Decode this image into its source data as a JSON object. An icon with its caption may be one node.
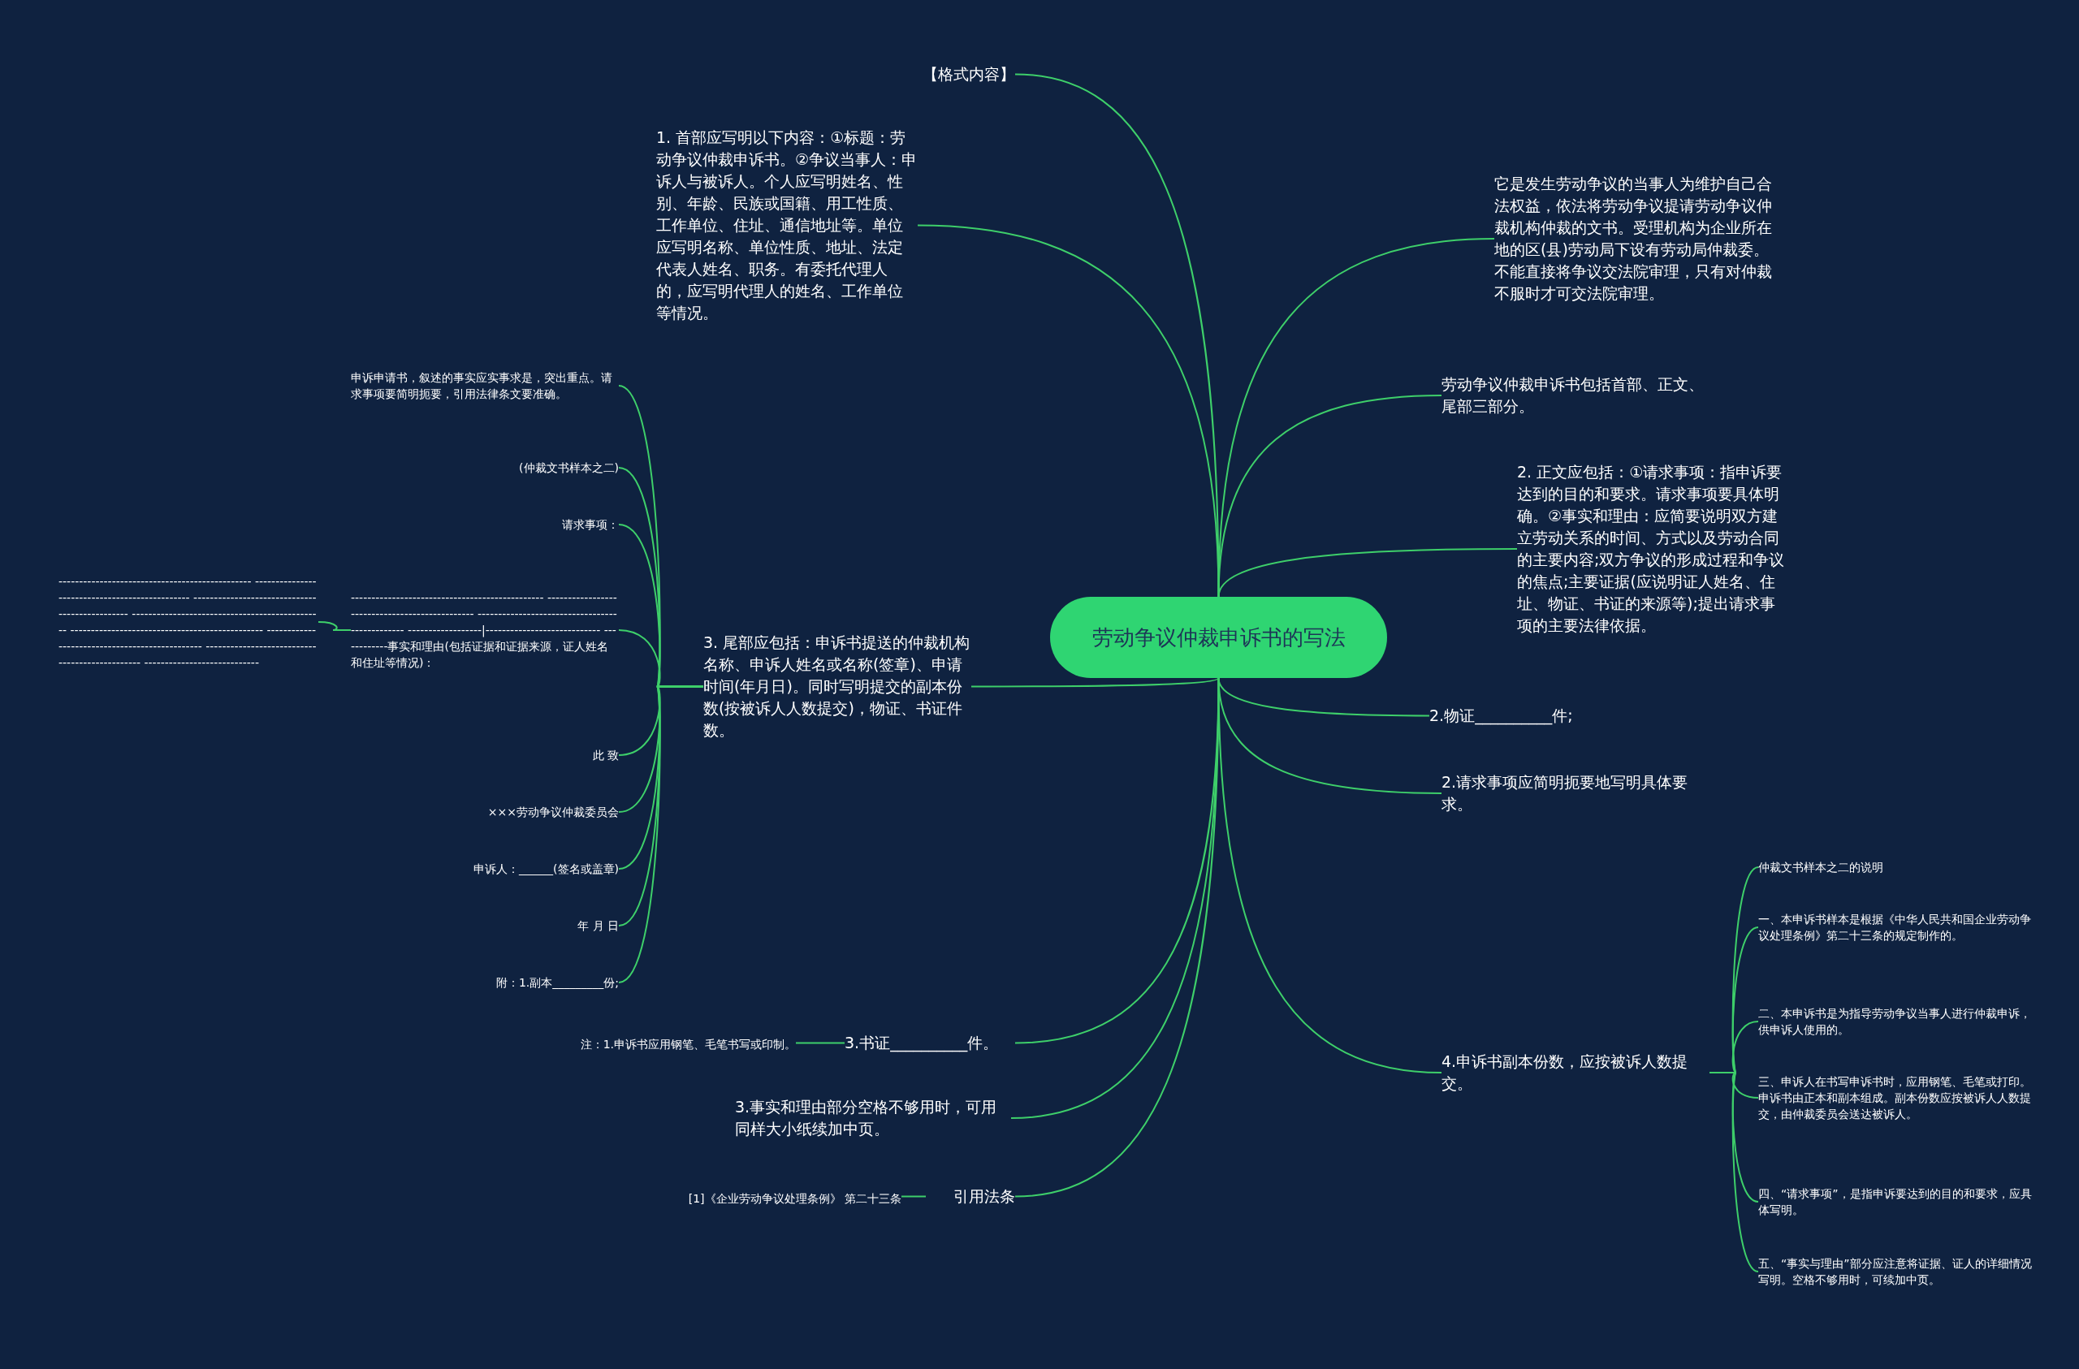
{
  "diagram": {
    "nodes": [
      {
        "text": [
          "劳动争议仲裁申诉书的写法"
        ]
      },
      {
        "text": [
          "【格式内容】"
        ]
      },
      {
        "text": [
          "1. 首部应写明以下内容：①标题：劳动争议仲裁申诉书。②争议当事人：申诉人与被诉人。个人应写明姓名、性别、年龄、民族或国籍、用工性质、工作单位、住址、通信地址等。单位应写明名称、单位性质、地址、法定代表人姓名、职务。有委托代理人的，应写明代理人的姓名、工作单位等情况。"
        ]
      },
      {
        "text": [
          "3. 尾部应包括：申诉书提送的仲裁机构名称、申诉人姓名或名称(签章)、申请时间(年月日)。同时写明提交的副本份数(按被诉人人数提交)，物证、书证件数。"
        ]
      },
      {
        "text": [
          "申诉申请书，叙述的事实应实事求是，突出重点。请求事项要简明扼要，引用法律条文要准确。"
        ]
      },
      {
        "text": [
          "(仲裁文书样本之二)"
        ]
      },
      {
        "text": [
          "请求事项："
        ]
      },
      {
        "text": [
          "----------------------------------------------- ----------------------------------------------- ----------------------------------------------- ------------------|---------------------------- ------------事实和理由(包括证据和证据来源，证人姓名和住址等情况)："
        ]
      },
      {
        "text": [
          "----------------------------------------------- ----------------------------------------------- ----------------------------------------------- ----------------------------------------------- ----------------------------------------------- ----------------------------------------------- ----------------------------------------------- ----------------------------"
        ]
      },
      {
        "text": [
          "此 致"
        ]
      },
      {
        "text": [
          "×××劳动争议仲裁委员会"
        ]
      },
      {
        "text": [
          "申诉人：______(签名或盖章)"
        ]
      },
      {
        "text": [
          "年 月 日"
        ]
      },
      {
        "text": [
          "附：1.副本_________份;"
        ]
      },
      {
        "text": [
          "3.书证__________件。"
        ]
      },
      {
        "text": [
          "注：1.申诉书应用钢笔、毛笔书写或印制。"
        ]
      },
      {
        "text": [
          "3.事实和理由部分空格不够用时，可用同样大小纸续加中页。"
        ]
      },
      {
        "text": [
          "引用法条"
        ]
      },
      {
        "text": [
          "[1]《企业劳动争议处理条例》 第二十三条"
        ]
      },
      {
        "text": [
          "它是发生劳动争议的当事人为维护自己合法权益，依法将劳动争议提请劳动争议仲裁机构仲裁的文书。受理机构为企业所在地的区(县)劳动局下设有劳动局仲裁委。不能直接将争议交法院审理，只有对仲裁不服时才可交法院审理。"
        ]
      },
      {
        "text": [
          "劳动争议仲裁申诉书包括首部、正文、尾部三部分。"
        ]
      },
      {
        "text": [
          "2. 正文应包括：①请求事项：指申诉要达到的目的和要求。请求事项要具体明确。②事实和理由：应简要说明双方建立劳动关系的时间、方式以及劳动合同的主要内容;双方争议的形成过程和争议的焦点;主要证据(应说明证人姓名、住址、物证、书证的来源等);提出请求事项的主要法律依据。"
        ]
      },
      {
        "text": [
          "2.物证__________件;"
        ]
      },
      {
        "text": [
          "2.请求事项应简明扼要地写明具体要求。"
        ]
      },
      {
        "text": [
          "4.申诉书副本份数，应按被诉人数提交。"
        ]
      },
      {
        "text": [
          "仲裁文书样本之二的说明"
        ]
      },
      {
        "text": [
          "一、本申诉书样本是根据《中华人民共和国企业劳动争议处理条例》第二十三条的规定制作的。"
        ]
      },
      {
        "text": [
          "二、本申诉书是为指导劳动争议当事人进行仲裁申诉，供申诉人使用的。"
        ]
      },
      {
        "text": [
          "三、申诉人在书写申诉书时，应用钢笔、毛笔或打印。申诉书由正本和副本组成。副本份数应按被诉人人数提交，由仲裁委员会送达被诉人。"
        ]
      },
      {
        "text": [
          "四、“请求事项”，是指申诉要达到的目的和要求，应具体写明。"
        ]
      },
      {
        "text": [
          "五、“事实与理由”部分应注意将证据、证人的详细情况写明。空格不够用时，可续加中页。"
        ]
      }
    ],
    "edges": [
      {
        "from": 0,
        "to": 1,
        "arrow": "none"
      },
      {
        "from": 0,
        "to": 2,
        "arrow": "none"
      },
      {
        "from": 0,
        "to": 3,
        "arrow": "none"
      },
      {
        "from": 3,
        "to": 4,
        "arrow": "none"
      },
      {
        "from": 3,
        "to": 5,
        "arrow": "none"
      },
      {
        "from": 3,
        "to": 6,
        "arrow": "none"
      },
      {
        "from": 3,
        "to": 7,
        "arrow": "none"
      },
      {
        "from": 7,
        "to": 8,
        "arrow": "none"
      },
      {
        "from": 3,
        "to": 9,
        "arrow": "none"
      },
      {
        "from": 3,
        "to": 10,
        "arrow": "none"
      },
      {
        "from": 3,
        "to": 11,
        "arrow": "none"
      },
      {
        "from": 3,
        "to": 12,
        "arrow": "none"
      },
      {
        "from": 3,
        "to": 13,
        "arrow": "none"
      },
      {
        "from": 0,
        "to": 14,
        "arrow": "none"
      },
      {
        "from": 14,
        "to": 15,
        "arrow": "none"
      },
      {
        "from": 0,
        "to": 16,
        "arrow": "none"
      },
      {
        "from": 0,
        "to": 17,
        "arrow": "none"
      },
      {
        "from": 17,
        "to": 18,
        "arrow": "none"
      },
      {
        "from": 0,
        "to": 19,
        "arrow": "none"
      },
      {
        "from": 0,
        "to": 20,
        "arrow": "none"
      },
      {
        "from": 0,
        "to": 21,
        "arrow": "none"
      },
      {
        "from": 0,
        "to": 22,
        "arrow": "none"
      },
      {
        "from": 0,
        "to": 23,
        "arrow": "none"
      },
      {
        "from": 0,
        "to": 24,
        "arrow": "none"
      },
      {
        "from": 24,
        "to": 25,
        "arrow": "none"
      },
      {
        "from": 24,
        "to": 26,
        "arrow": "none"
      },
      {
        "from": 24,
        "to": 27,
        "arrow": "none"
      },
      {
        "from": 24,
        "to": 28,
        "arrow": "none"
      },
      {
        "from": 24,
        "to": 29,
        "arrow": "none"
      },
      {
        "from": 24,
        "to": 30,
        "arrow": "none"
      }
    ]
  }
}
